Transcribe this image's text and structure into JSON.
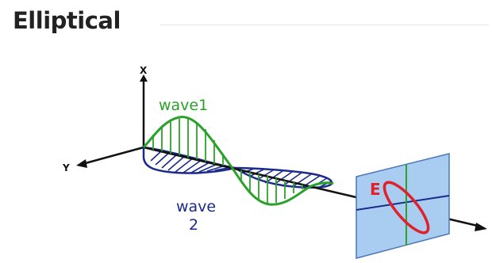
{
  "section": {
    "title": "Elliptical"
  },
  "diagram": {
    "axis_x_label": "X",
    "axis_y_label": "Y",
    "wave1_label": "wave1",
    "wave2_label_line1": "wave",
    "wave2_label_line2": "2",
    "field_label": "E",
    "colors": {
      "wave1": "#2aa22a",
      "wave2": "#1b2a8c",
      "field": "#e0202a",
      "plane_fill": "#a9cdf0",
      "plane_stroke": "#4a78b8",
      "plane_h_line": "#1b2a8c",
      "plane_v_line": "#2aa22a",
      "axis": "#111111"
    }
  }
}
